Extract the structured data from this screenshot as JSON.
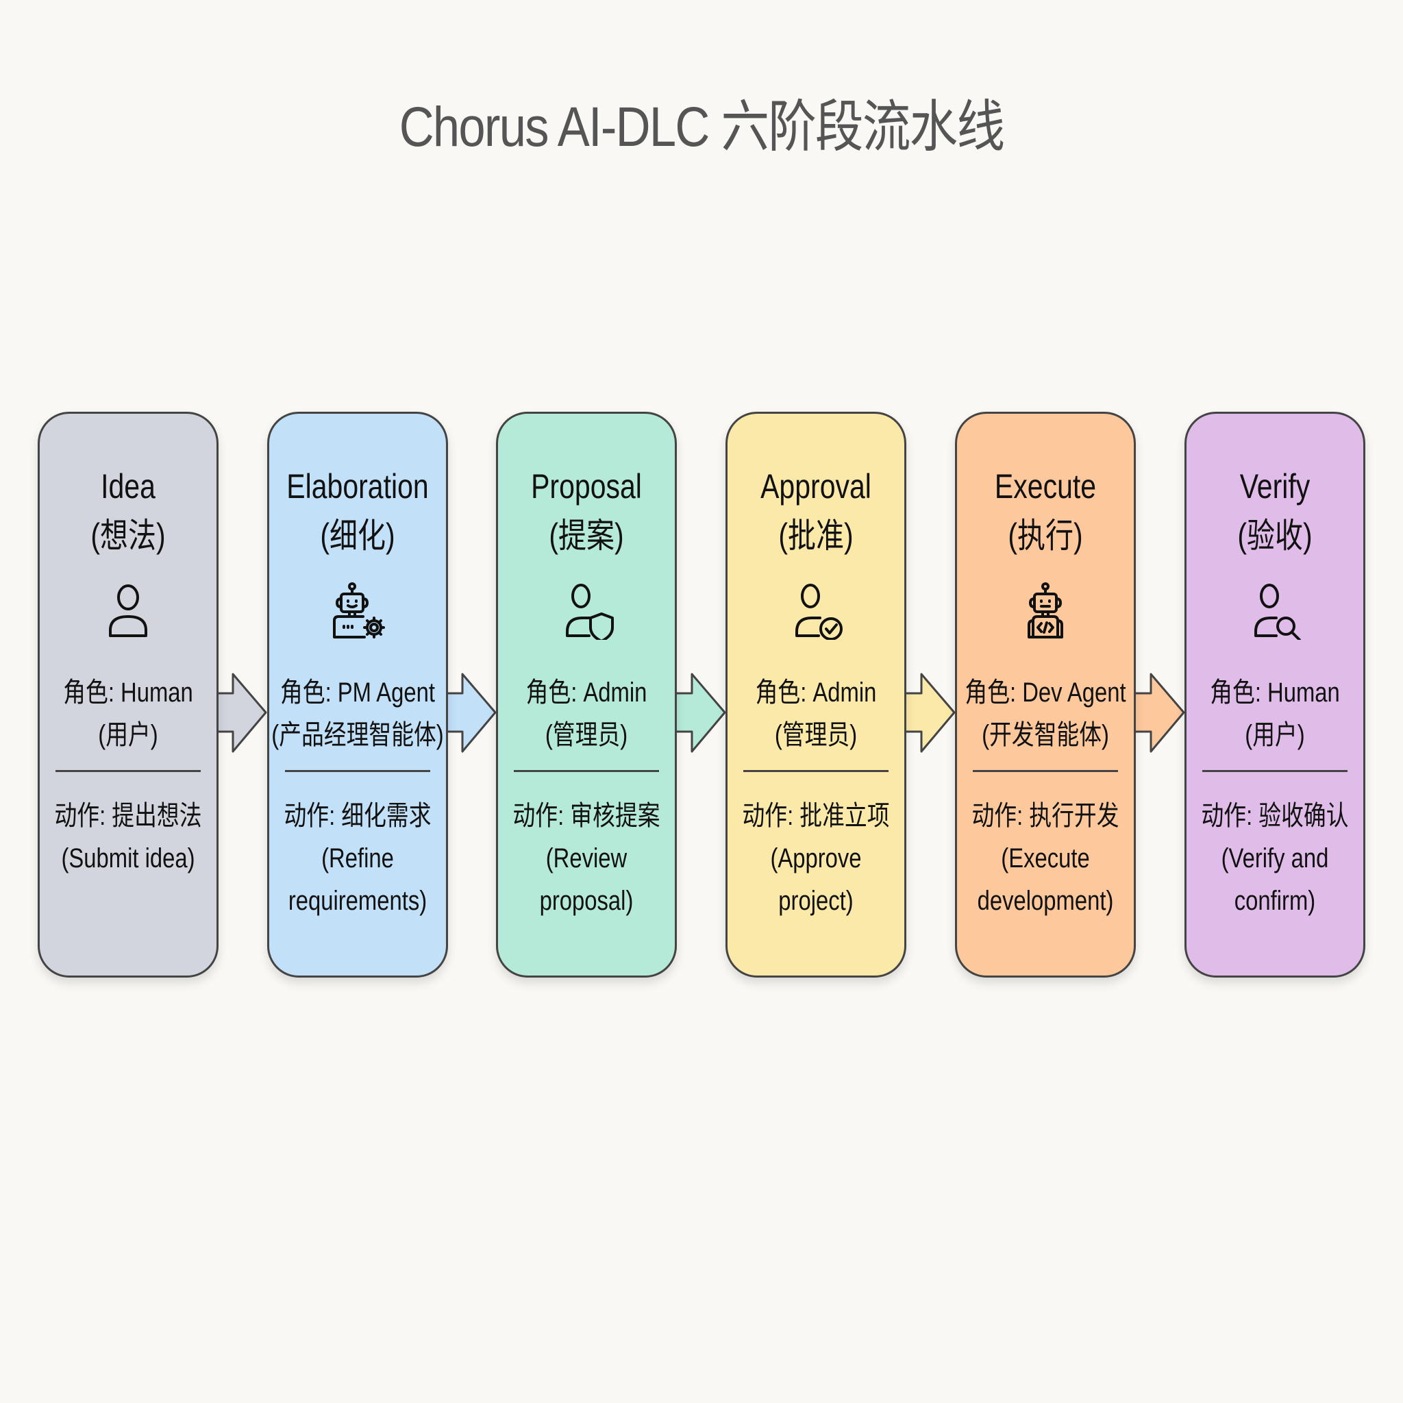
{
  "title": "Chorus AI-DLC 六阶段流水线",
  "stages": [
    {
      "name_en": "Idea",
      "name_zh": "(想法)",
      "icon": "user-icon",
      "role_line1": "角色: Human",
      "role_line2": "(用户)",
      "action_line1": "动作: 提出想法",
      "action_line2": "(Submit idea)",
      "action_line3": "",
      "color": "#d2d5dd"
    },
    {
      "name_en": "Elaboration",
      "name_zh": "(细化)",
      "icon": "robot-gear-icon",
      "role_line1": "角色: PM Agent",
      "role_line2": "(产品经理智能体)",
      "action_line1": "动作: 细化需求",
      "action_line2": "(Refine",
      "action_line3": "requirements)",
      "color": "#c2e0f7"
    },
    {
      "name_en": "Proposal",
      "name_zh": "(提案)",
      "icon": "user-shield-icon",
      "role_line1": "角色: Admin",
      "role_line2": "(管理员)",
      "action_line1": "动作: 审核提案",
      "action_line2": "(Review",
      "action_line3": "proposal)",
      "color": "#b6ead8"
    },
    {
      "name_en": "Approval",
      "name_zh": "(批准)",
      "icon": "user-check-icon",
      "role_line1": "角色: Admin",
      "role_line2": "(管理员)",
      "action_line1": "动作: 批准立项",
      "action_line2": "(Approve",
      "action_line3": "project)",
      "color": "#fbe9a9"
    },
    {
      "name_en": "Execute",
      "name_zh": "(执行)",
      "icon": "robot-code-icon",
      "role_line1": "角色: Dev Agent",
      "role_line2": "(开发智能体)",
      "action_line1": "动作: 执行开发",
      "action_line2": "(Execute",
      "action_line3": "development)",
      "color": "#fdc89c"
    },
    {
      "name_en": "Verify",
      "name_zh": "(验收)",
      "icon": "user-search-icon",
      "role_line1": "角色: Human",
      "role_line2": "(用户)",
      "action_line1": "动作: 验收确认",
      "action_line2": "(Verify and",
      "action_line3": "confirm)",
      "color": "#e0bde9"
    }
  ],
  "colors": {
    "background": "#f9f8f4",
    "title": "#555555",
    "border": "#444444"
  }
}
